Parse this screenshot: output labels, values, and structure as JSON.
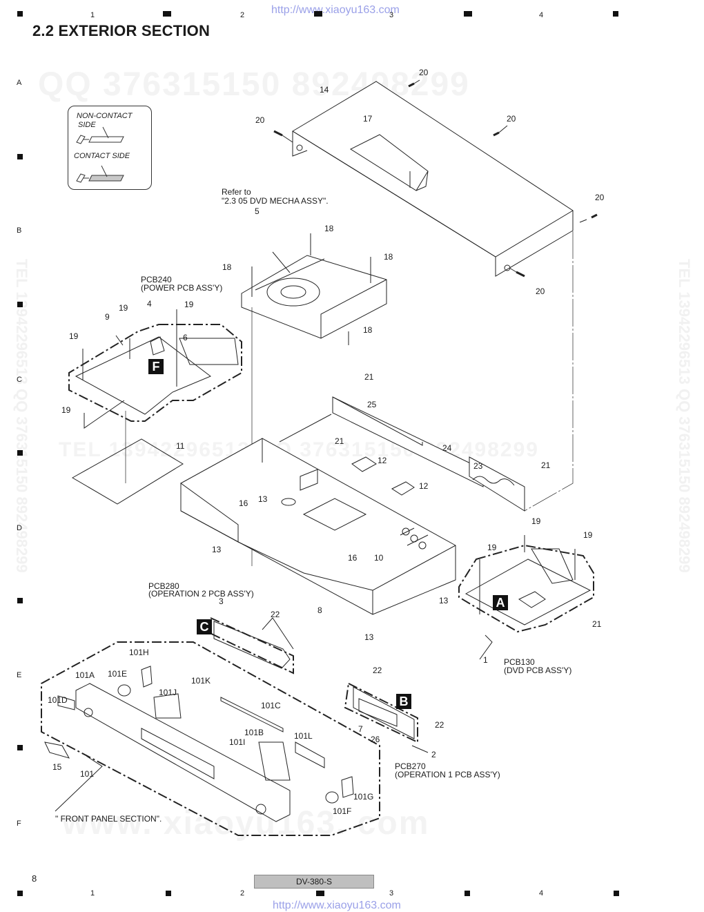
{
  "header": {
    "section_title": "2.2  EXTERIOR SECTION",
    "watermark_url": "http://www.xiaoyu163.com"
  },
  "grid": {
    "columns": [
      "1",
      "2",
      "3",
      "4"
    ],
    "rows": [
      "A",
      "B",
      "C",
      "D",
      "E",
      "F"
    ]
  },
  "watermarks": {
    "qq": "QQ 376315150   892498299",
    "tel": "TEL 13942296513   QQ 376315150   892498299",
    "bottom": "www. xiaoyu163. com",
    "mid": "TEL 13942296513   QQ 376315150   892498299",
    "side_right": "TEL 13942296513   QQ 376315150   892498299"
  },
  "legend": {
    "non_contact": "NON-CONTACT SIDE",
    "non_contact_l1": "NON-CONTACT",
    "non_contact_l2": "SIDE",
    "contact": "CONTACT SIDE"
  },
  "notes": {
    "refer_l1": "Refer to",
    "refer_l2": "\"2.3 05 DVD MECHA ASSY\".",
    "front_panel": "\" FRONT PANEL SECTION\"."
  },
  "assemblies": {
    "pcb240": {
      "code": "PCB240",
      "name": "(POWER PCB ASS'Y)",
      "badge": "F"
    },
    "pcb130": {
      "code": "PCB130",
      "name": "(DVD PCB ASS'Y)",
      "badge": "A"
    },
    "pcb280": {
      "code": "PCB280",
      "name": "(OPERATION 2 PCB ASS'Y)",
      "badge": "C"
    },
    "pcb270": {
      "code": "PCB270",
      "name": "(OPERATION 1 PCB ASS'Y)",
      "badge": "B"
    }
  },
  "callouts": {
    "c14": "14",
    "c17": "17",
    "c20a": "20",
    "c20b": "20",
    "c20c": "20",
    "c20d": "20",
    "c20e": "20",
    "c5": "5",
    "c18a": "18",
    "c18b": "18",
    "c18c": "18",
    "c18d": "18",
    "c4": "4",
    "c9": "9",
    "c19a": "19",
    "c19b": "19",
    "c19c": "19",
    "c19d": "19",
    "c6": "6",
    "c11": "11",
    "c21a": "21",
    "c25": "25",
    "c21b": "21",
    "c12a": "12",
    "c12b": "12",
    "c24": "24",
    "c23": "23",
    "c21c": "21",
    "c16a": "16",
    "c13a": "13",
    "c13b": "13",
    "c16b": "16",
    "c10": "10",
    "c13c": "13",
    "c13d": "13",
    "c8": "8",
    "c19e": "19",
    "c19f": "19",
    "c19g": "19",
    "c21d": "21",
    "c1": "1",
    "c3": "3",
    "c22a": "22",
    "c22b": "22",
    "c22c": "22",
    "c7": "7",
    "c26": "26",
    "c2": "2",
    "c101H": "101H",
    "c101A": "101A",
    "c101E": "101E",
    "c101J": "101J",
    "c101K": "101K",
    "c101D": "101D",
    "c101C": "101C",
    "c101B": "101B",
    "c101L": "101L",
    "c101I": "101I",
    "c15": "15",
    "c101": "101",
    "c101G": "101G",
    "c101F": "101F"
  },
  "footer": {
    "page_number": "8",
    "model": "DV-380-S",
    "watermark_url": "http://www.xiaoyu163.com"
  }
}
